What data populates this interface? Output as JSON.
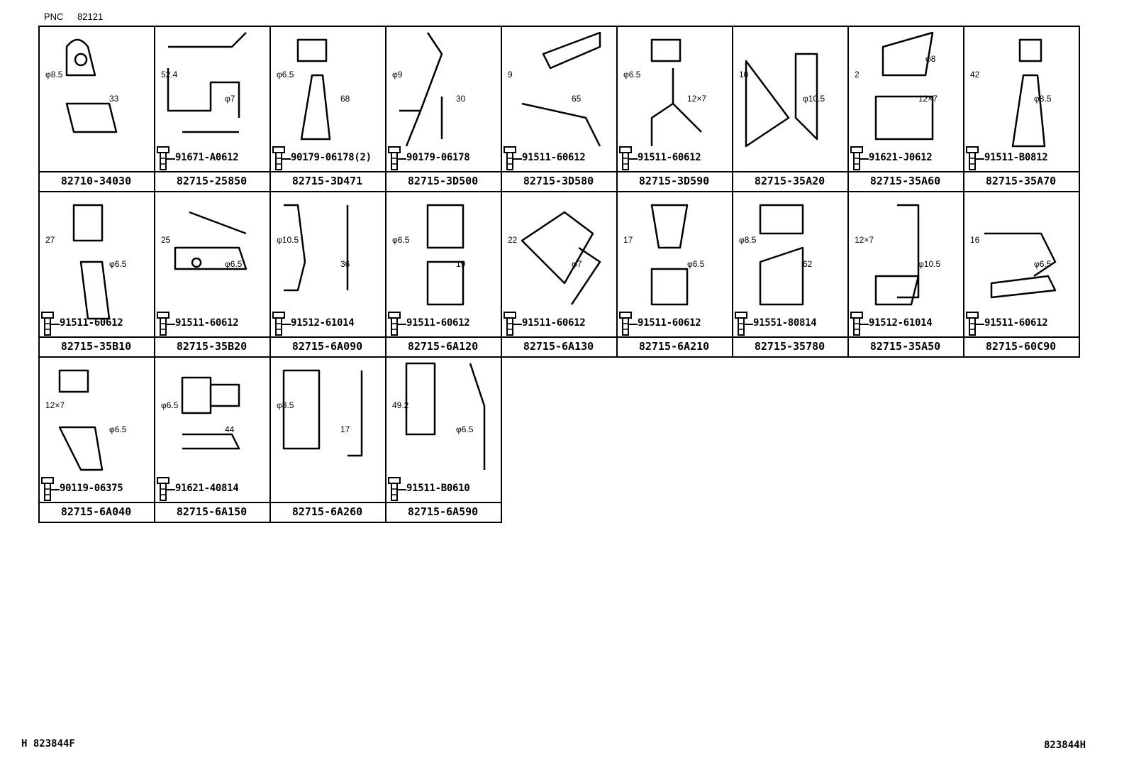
{
  "header": {
    "label": "PNC",
    "code": "82121"
  },
  "cells": [
    {
      "part_number": "82710-34030",
      "fastener": "",
      "dims": [
        "φ8.5",
        "33"
      ]
    },
    {
      "part_number": "82715-25850",
      "fastener": "91671-A0612",
      "dims": [
        "52.4",
        "φ7"
      ]
    },
    {
      "part_number": "82715-3D471",
      "fastener": "90179-06178(2)",
      "dims": [
        "φ6.5",
        "68"
      ]
    },
    {
      "part_number": "82715-3D500",
      "fastener": "90179-06178",
      "dims": [
        "φ9",
        "30"
      ]
    },
    {
      "part_number": "82715-3D580",
      "fastener": "91511-60612",
      "dims": [
        "9",
        "65"
      ]
    },
    {
      "part_number": "82715-3D590",
      "fastener": "91511-60612",
      "dims": [
        "φ6.5",
        "12×7"
      ]
    },
    {
      "part_number": "82715-35A20",
      "fastener": "",
      "dims": [
        "10",
        "φ10.5"
      ]
    },
    {
      "part_number": "82715-35A60",
      "fastener": "91621-J0612",
      "dims": [
        "2",
        "12×7",
        "φ8"
      ]
    },
    {
      "part_number": "82715-35A70",
      "fastener": "91511-B0812",
      "dims": [
        "42",
        "φ8.5"
      ]
    },
    {
      "part_number": "82715-35B10",
      "fastener": "91511-60612",
      "dims": [
        "27",
        "φ6.5"
      ]
    },
    {
      "part_number": "82715-35B20",
      "fastener": "91511-60612",
      "dims": [
        "25",
        "φ6.5"
      ]
    },
    {
      "part_number": "82715-6A090",
      "fastener": "91512-61014",
      "dims": [
        "φ10.5",
        "36"
      ]
    },
    {
      "part_number": "82715-6A120",
      "fastener": "91511-60612",
      "dims": [
        "φ6.5",
        "19"
      ]
    },
    {
      "part_number": "82715-6A130",
      "fastener": "91511-60612",
      "dims": [
        "22",
        "φ7"
      ]
    },
    {
      "part_number": "82715-6A210",
      "fastener": "91511-60612",
      "dims": [
        "17",
        "φ6.5"
      ]
    },
    {
      "part_number": "82715-35780",
      "fastener": "91551-80814",
      "dims": [
        "φ8.5",
        "62"
      ]
    },
    {
      "part_number": "82715-35A50",
      "fastener": "91512-61014",
      "dims": [
        "12×7",
        "φ10.5"
      ]
    },
    {
      "part_number": "82715-60C90",
      "fastener": "91511-60612",
      "dims": [
        "16",
        "φ6.5"
      ]
    },
    {
      "part_number": "82715-6A040",
      "fastener": "90119-06375",
      "dims": [
        "12×7",
        "φ6.5"
      ]
    },
    {
      "part_number": "82715-6A150",
      "fastener": "91621-40814",
      "dims": [
        "φ6.5",
        "44"
      ]
    },
    {
      "part_number": "82715-6A260",
      "fastener": "",
      "dims": [
        "φ8.5",
        "17"
      ]
    },
    {
      "part_number": "82715-6A590",
      "fastener": "91511-B0610",
      "dims": [
        "49.2",
        "φ6.5"
      ]
    }
  ],
  "footer": {
    "left": "H 823844F",
    "right": "823844H"
  }
}
